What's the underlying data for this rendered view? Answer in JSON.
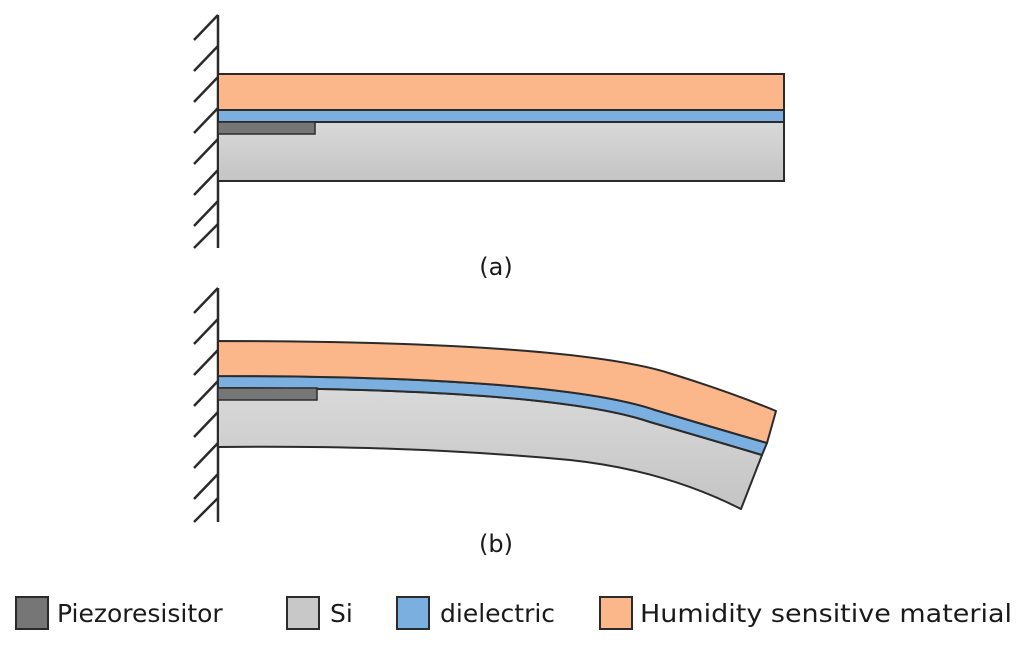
{
  "captions": {
    "a": "(a)",
    "b": "(b)"
  },
  "legend": [
    {
      "key": "piezoresistor",
      "label": "Piezoresisitor",
      "color": "#767676"
    },
    {
      "key": "si",
      "label": "Si",
      "color": "#c8c8c8"
    },
    {
      "key": "dielectric",
      "label": "dielectric",
      "color": "#7aafe0"
    },
    {
      "key": "humidity",
      "label": "Humidity sensitive material",
      "color": "#fbb68a"
    }
  ],
  "colors": {
    "outline": "#2b2b2b",
    "si_gradient_top": "#d8d8d8",
    "si_gradient_bottom": "#c2c2c2"
  }
}
